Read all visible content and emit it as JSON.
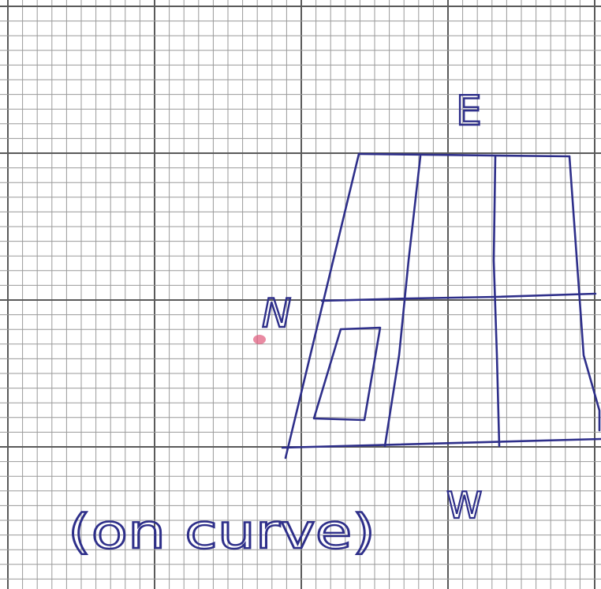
{
  "labels": {
    "east": "E",
    "north": "N",
    "west": "W",
    "note": "(on curve)"
  },
  "colors": {
    "paper": "#ffffff",
    "grid_minor": "#9a9a9a",
    "grid_major": "#5a5a5a",
    "ink": "#2e2f8a",
    "marker": "#e0587a"
  }
}
